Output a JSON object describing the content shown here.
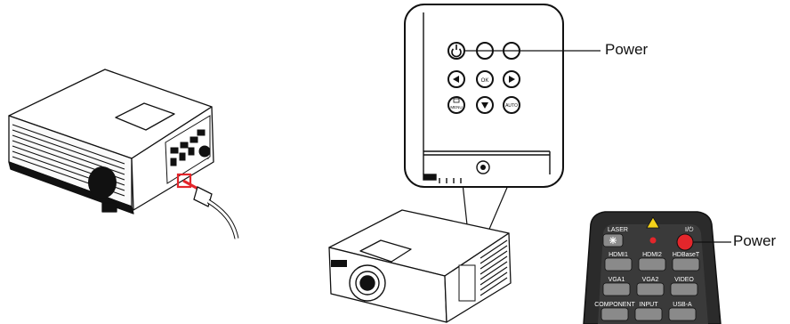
{
  "callouts": {
    "panel_power": "Power",
    "remote_power": "Power"
  },
  "control_panel": {
    "ok_key": "OK",
    "menu_key": "MENU",
    "auto_key": "AUTO"
  },
  "remote": {
    "laser": "LASER",
    "power_symbol": "I/⏻",
    "keys": [
      "HDMI1",
      "HDMI2",
      "HDBaseT",
      "VGA1",
      "VGA2",
      "VIDEO",
      "COMPONENT",
      "INPUT",
      "USB-A"
    ]
  },
  "colors": {
    "power_highlight": "#e3262b",
    "cable_highlight": "#e3262b",
    "remote_body": "#2b2b2b",
    "remote_key": "#8a8a8a",
    "line": "#111111"
  }
}
